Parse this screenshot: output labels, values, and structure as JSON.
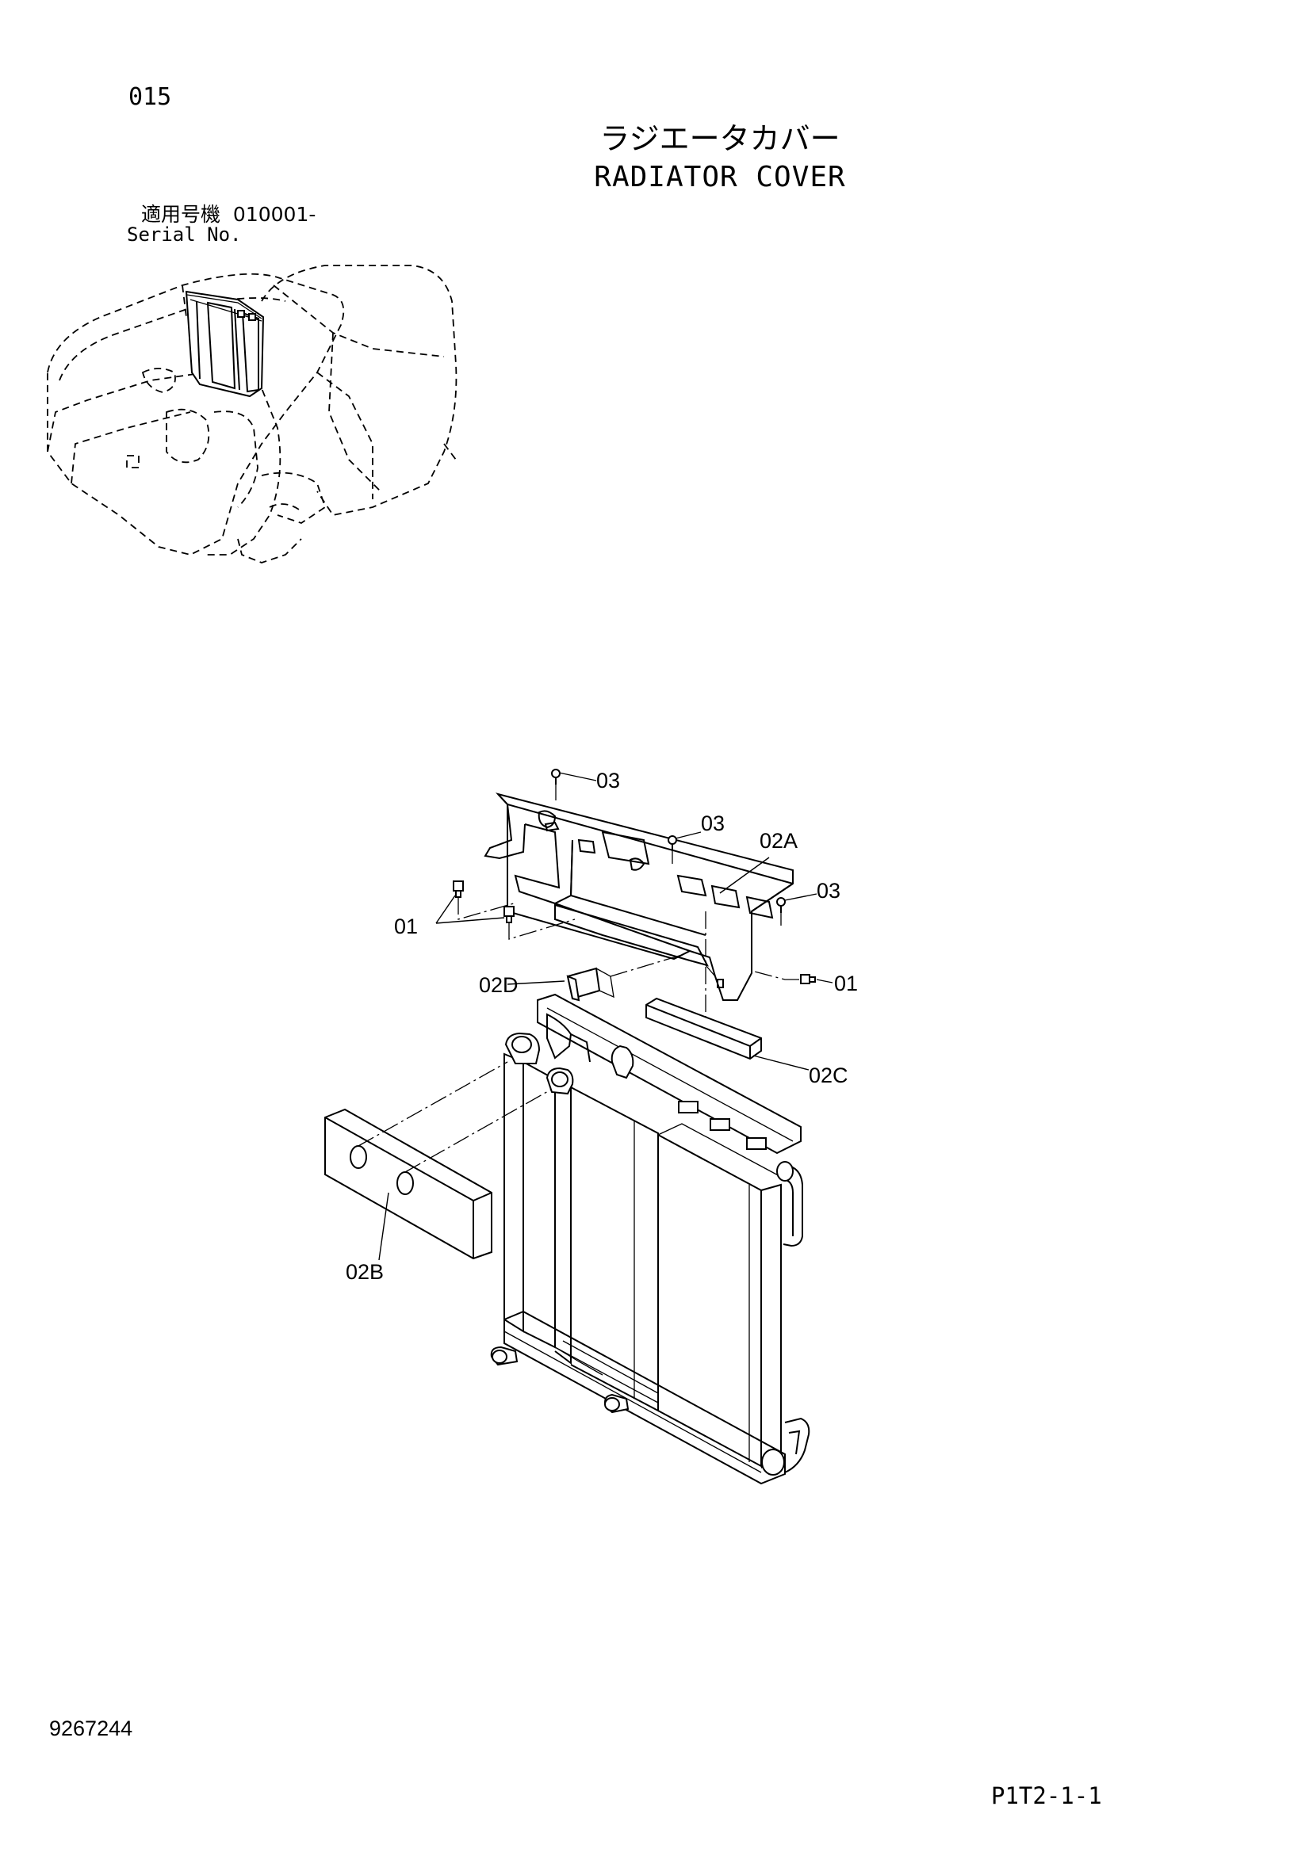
{
  "header": {
    "page_number": "015",
    "title_jp": "ラジエータカバー",
    "title_en": "RADIATOR COVER",
    "serial_label_jp": "適用号機",
    "serial_range": "010001-",
    "serial_label_en": "Serial No."
  },
  "parts": {
    "p01a": "01",
    "p01b": "01",
    "p02A": "02A",
    "p02B": "02B",
    "p02C": "02C",
    "p02D": "02D",
    "p03a": "03",
    "p03b": "03",
    "p03c": "03"
  },
  "footer": {
    "doc_number": "9267244",
    "page_code": "P1T2-1-1"
  }
}
